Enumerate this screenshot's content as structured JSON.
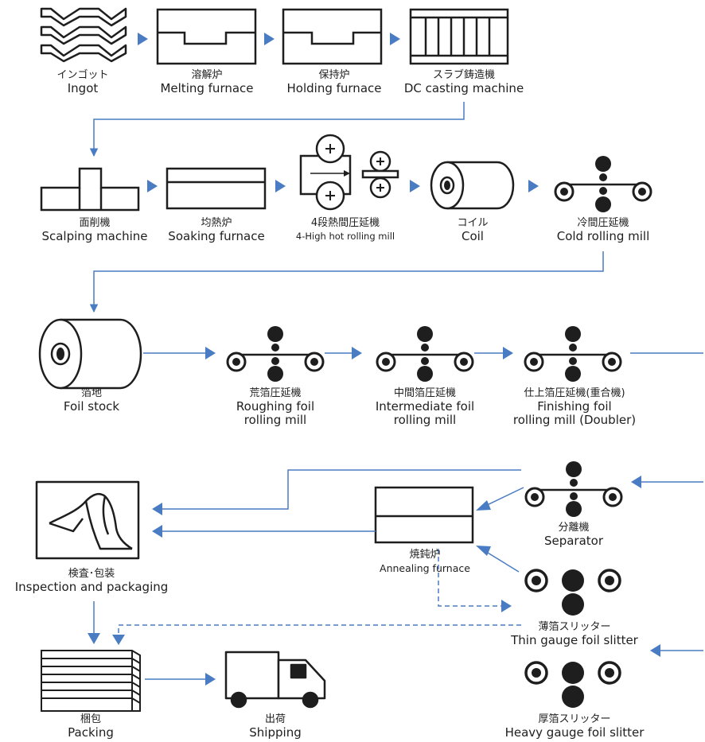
{
  "colors": {
    "line": "#4a7cc4",
    "ink": "#1e1e1e"
  },
  "steps": {
    "ingot": {
      "jp": "インゴット",
      "en": "Ingot"
    },
    "melting": {
      "jp": "溶解炉",
      "en": "Melting furnace"
    },
    "holding": {
      "jp": "保持炉",
      "en": "Holding furnace"
    },
    "dc_casting": {
      "jp": "スラブ鋳造機",
      "en": "DC casting machine"
    },
    "scalping": {
      "jp": "面削機",
      "en": "Scalping machine"
    },
    "soaking": {
      "jp": "均熱炉",
      "en": "Soaking furnace"
    },
    "hot_rolling": {
      "jp": "4段熱間圧延機",
      "en": "4-High hot rolling mill"
    },
    "coil": {
      "jp": "コイル",
      "en": "Coil"
    },
    "cold_rolling": {
      "jp": "冷間圧延機",
      "en": "Cold rolling mill"
    },
    "foil_stock": {
      "jp": "箔地",
      "en": "Foil stock"
    },
    "roughing": {
      "jp": "荒箔圧延機",
      "en1": "Roughing foil",
      "en2": "rolling mill"
    },
    "intermediate": {
      "jp": "中間箔圧延機",
      "en1": "Intermediate foil",
      "en2": "rolling mill"
    },
    "finishing": {
      "jp": "仕上箔圧延機(重合機)",
      "en1": "Finishing foil",
      "en2": "rolling mill (Doubler)"
    },
    "separator": {
      "jp": "分離機",
      "en": "Separator"
    },
    "annealing": {
      "jp": "焼鈍炉",
      "en": "Annealing furnace"
    },
    "inspection": {
      "jp": "検査･包装",
      "en": "Inspection and packaging"
    },
    "thin_slitter": {
      "jp": "薄箔スリッター",
      "en": "Thin gauge foil slitter"
    },
    "heavy_slitter": {
      "jp": "厚箔スリッター",
      "en": "Heavy gauge foil slitter"
    },
    "packing": {
      "jp": "梱包",
      "en": "Packing"
    },
    "shipping": {
      "jp": "出荷",
      "en": "Shipping"
    }
  }
}
